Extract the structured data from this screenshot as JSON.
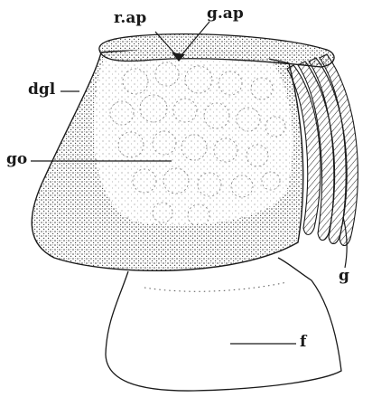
{
  "labels": {
    "r_ap": "r.ap",
    "g_ap": "g.ap",
    "dgl": "dgl",
    "go": "go",
    "g": "g",
    "f": "f"
  },
  "colors": {
    "ink": "#1a1a1a",
    "stipple": "#3a3a3a",
    "background": "#ffffff"
  }
}
